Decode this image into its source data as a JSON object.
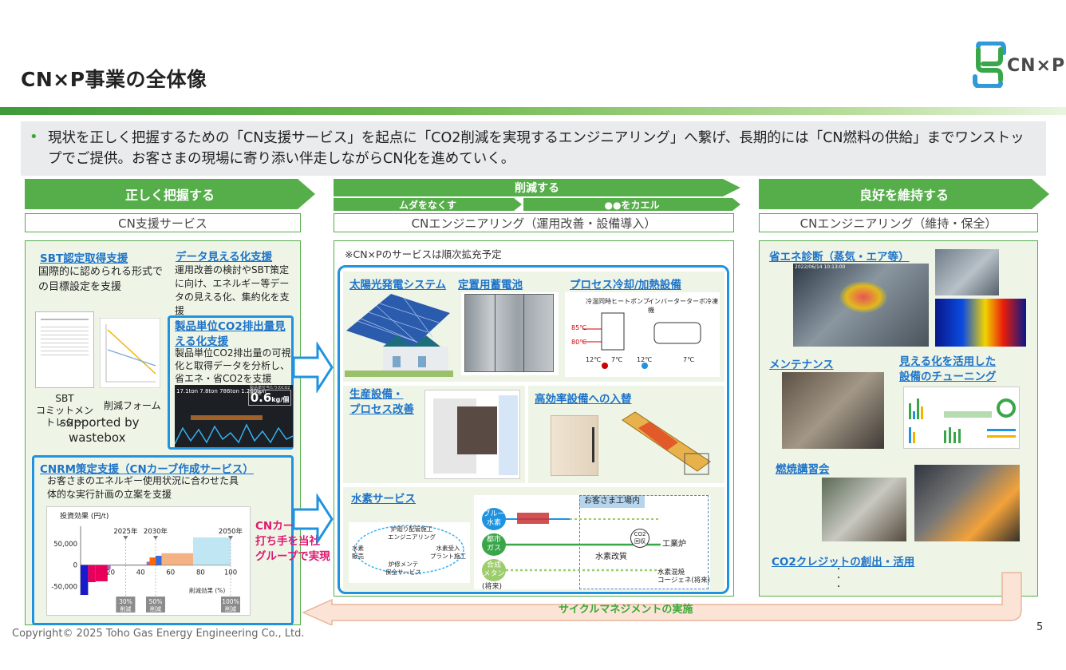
{
  "header": {
    "title": "CN×P事業の全体像",
    "logo_text": "CN×P"
  },
  "summary": "現状を正しく把握するための「CN支援サービス」を起点に「CO2削減を実現するエンジニアリング」へ繋げ、長期的には「CN燃料の供給」までワンストップでご提供。お客さまの現場に寄り添い伴走しながらCN化を進めていく。",
  "columns": {
    "left": {
      "arrow": "正しく把握する",
      "label": "CN支援サービス"
    },
    "middle": {
      "arrow": "削減する",
      "sub1": "ムダをなくす",
      "sub2": "●●をカエル",
      "label": "CNエンジニアリング（運用改善・設備導入）"
    },
    "right": {
      "arrow": "良好を維持する",
      "label": "CNエンジニアリング（維持・保全）"
    }
  },
  "left": {
    "sbt": {
      "title": "SBT認定取得支援",
      "text": "国際的に認められる形式での目標設定を支援",
      "cap1": "SBT\nコミットメントレター",
      "cap2": "削減フォーム",
      "supported": "supported by",
      "wastebox": "wastebox"
    },
    "data_viz": {
      "title": "データ見える化支援",
      "text": "運用改善の検討やSBT策定に向け、エネルギー等データの見える化、集約化を支援"
    },
    "product_co2": {
      "title": "製品単位CO2排出量見える化支援",
      "text": "製品単位CO2排出量の可視化と取得データを分析し、省エネ・省CO2を支援",
      "value": "0.6",
      "unit": "kg/個",
      "panel_label": "製品単位当たりのCO2排出量",
      "stats": "17.1ton  7.8ton  786ton  1.260ton"
    },
    "cnrm": {
      "title": "CNRM策定支援（CNカーブ作成サービス）",
      "text": "お客さまのエネルギー使用状況に合わせた具体的な実行計画の立案を支援"
    },
    "cn_curve_note": "CNカーブの\n打ち手を当社\nグループで実現"
  },
  "cnrm_chart": {
    "chart_data": {
      "type": "bar",
      "ylabel": "投資効果 (円/t)",
      "xlabel": "削減効果 (%)",
      "yticks": [
        "50,000",
        "0",
        "-50,000"
      ],
      "xticks": [
        "0",
        "20",
        "40",
        "60",
        "80",
        "100"
      ],
      "milestones": [
        "2025年",
        "2030年",
        "2050年"
      ],
      "milestone_x": [
        30,
        50,
        100
      ],
      "reductions": [
        "30%\n削減",
        "50%\n削減",
        "100%\n削減"
      ],
      "xlim": [
        0,
        100
      ],
      "ylim": [
        -70000,
        80000
      ],
      "segments": [
        {
          "x0": 0,
          "x1": 5,
          "value": -70000,
          "color": "#1a1acd"
        },
        {
          "x0": 5,
          "x1": 10,
          "value": -40000,
          "color": "#e8005a"
        },
        {
          "x0": 10,
          "x1": 18,
          "value": -38000,
          "color": "#e8005a"
        },
        {
          "x0": 18,
          "x1": 20,
          "value": -10000,
          "color": "#9b6bb8"
        },
        {
          "x0": 44,
          "x1": 46,
          "value": 8000,
          "color": "#9b6bb8"
        },
        {
          "x0": 46,
          "x1": 50,
          "value": 18000,
          "color": "#ff6600"
        },
        {
          "x0": 50,
          "x1": 54,
          "value": 22000,
          "color": "#3a6ad8"
        },
        {
          "x0": 54,
          "x1": 75,
          "value": 28000,
          "color": "#f4b183"
        },
        {
          "x0": 75,
          "x1": 100,
          "value": 65000,
          "color": "#bfe6f2"
        }
      ]
    }
  },
  "middle": {
    "note": "※CN×Pのサービスは順次拡充予定",
    "solar": "太陽光発電システム",
    "battery": "定置用蓄電池",
    "process": "プロセス冷却/加熱設備",
    "heat_pump": "冷温同時ヒートポンプ",
    "inverter": "インバーターターボ冷凍機",
    "temps": [
      "85℃",
      "80℃",
      "12℃",
      "7℃",
      "12℃",
      "7℃"
    ],
    "production": "生産設備・\nプロセス改善",
    "efficient": "高効率設備への入替",
    "hydrogen": "水素サービス",
    "customer_site": "お客さま工場内",
    "nodes": {
      "blue": "ブルー\n水素",
      "city": "都市\nガス",
      "synthetic": "合成\nメタン",
      "future": "(将来)",
      "reform": "水素改質",
      "co2": "CO2\n回収",
      "furnace": "工業炉",
      "mixed": "水素混焼\nコージェネ(将来)"
    },
    "cycle": {
      "center": "炉廻り配管施工\nエンジニアリング",
      "left": "水素\n販売",
      "right": "水素受入\nプラント施工",
      "bottom": "炉修メンテ\n保全サービス"
    }
  },
  "right": {
    "audit": "省エネ診断（蒸気・エア等）",
    "maintenance": "メンテナンス",
    "tuning": "見える化を活用した\n設備のチューニング",
    "burner": "燃焼講習会",
    "credit": "CO2クレジットの創出・活用",
    "dots": "・\n・\n・",
    "timestamp": "2022/06/14  10:13:00"
  },
  "cycle_management": "サイクルマネジメントの実施",
  "footer": {
    "copyright": "Copyright© 2025 Toho Gas Energy Engineering Co., Ltd.",
    "page": "5"
  },
  "colors": {
    "accent_green": "#56ae4a",
    "blue_border": "#1f93e0",
    "link_blue": "#1e73c8",
    "magenta": "#e0196e"
  }
}
